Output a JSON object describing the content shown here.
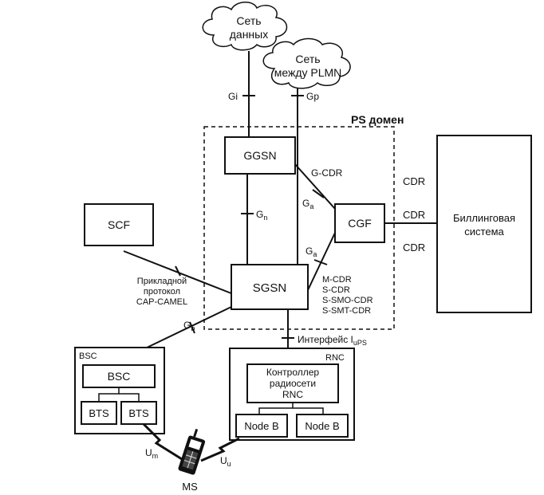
{
  "clouds": {
    "data_network": [
      "Сеть",
      "данных"
    ],
    "inter_plmn": [
      "Сеть",
      "между PLMN"
    ]
  },
  "domain_title": "PS домен",
  "nodes": {
    "ggsn": "GGSN",
    "sgsn": "SGSN",
    "cgf": "CGF",
    "scf": "SCF",
    "billing": [
      "Биллинговая",
      "система"
    ],
    "bsc_outer": "BSC",
    "bsc_inner": "BSC",
    "bts1": "BTS",
    "bts2": "BTS",
    "rnc_outer": "RNC",
    "rnc_controller": [
      "Контроллер",
      "радиосети",
      "RNC"
    ],
    "nodeb1": "Node B",
    "nodeb2": "Node B",
    "ms": "MS"
  },
  "interfaces": {
    "gi": "Gi",
    "gp": "Gp",
    "gn": "G",
    "gn_sub": "n",
    "ga_top": "G",
    "ga_top_sub": "a",
    "ga_bottom": "G",
    "ga_bottom_sub": "a",
    "gb": "G",
    "gb_sub": "b",
    "um": "U",
    "um_sub": "m",
    "uu": "U",
    "uu_sub": "u",
    "iups": "Интерфейс  I",
    "iups_sub": "uPS"
  },
  "records": {
    "g_cdr": "G-CDR",
    "sgsn_cdrs": [
      "M-CDR",
      "S-CDR",
      "S-SMO-CDR",
      "S-SMT-CDR"
    ],
    "billing_cdrs": [
      "CDR",
      "CDR",
      "CDR"
    ]
  },
  "camel_label": [
    "Прикладной",
    "протокол",
    "CAP-CAMEL"
  ]
}
